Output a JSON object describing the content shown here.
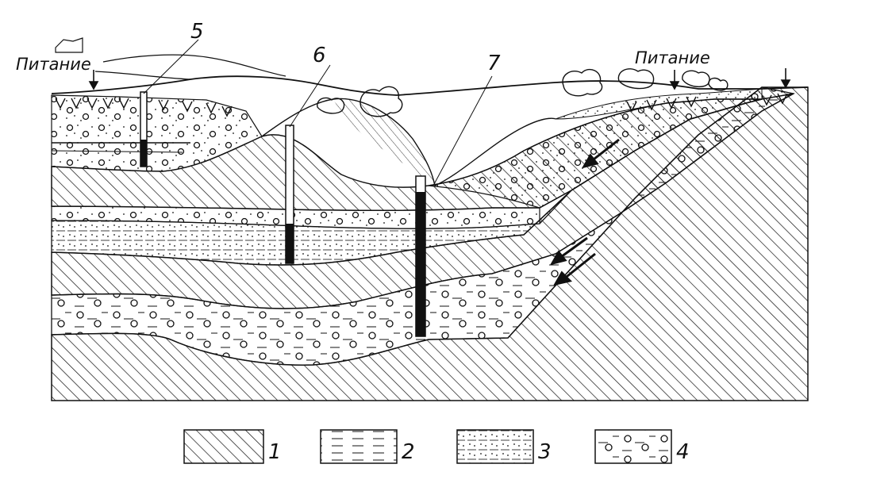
{
  "recharge_left": "Питание",
  "recharge_right": "Питание",
  "wells": [
    "5",
    "6",
    "7"
  ],
  "legend": [
    {
      "id": "clay",
      "label": "1"
    },
    {
      "id": "sand_lenses",
      "label": "2"
    },
    {
      "id": "fine_sand",
      "label": "3"
    },
    {
      "id": "gravel",
      "label": "4"
    }
  ],
  "colors": {
    "ink": "#111111",
    "paper": "#ffffff"
  }
}
